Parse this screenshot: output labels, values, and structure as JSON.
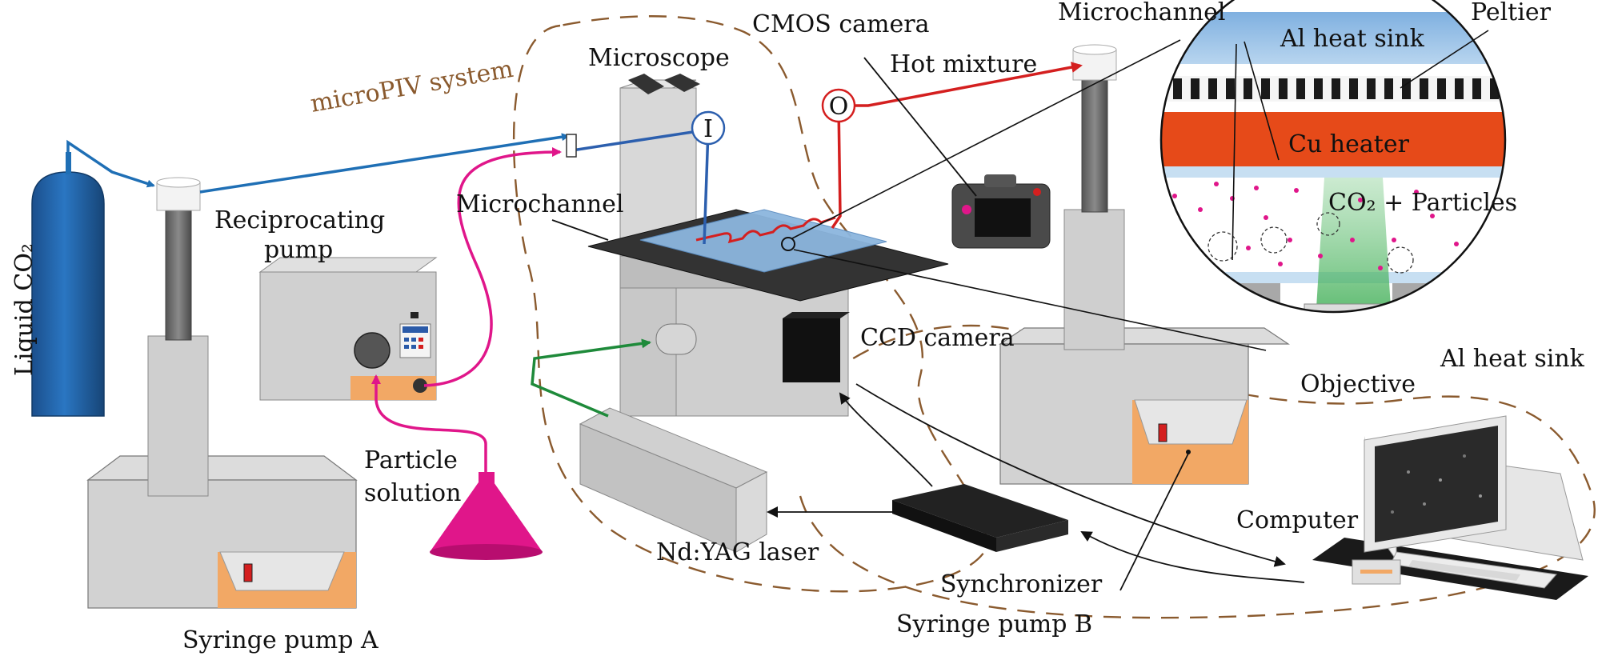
{
  "labels": {
    "micropiv_system": "microPIV system",
    "liquid_co2": "Liquid CO₂",
    "syringe_pump_a": "Syringe pump A",
    "syringe_pump_b": "Syringe pump B",
    "reciprocating_pump_line1": "Reciprocating",
    "reciprocating_pump_line2": "pump",
    "particle_solution_line1": "Particle",
    "particle_solution_line2": "solution",
    "microscope": "Microscope",
    "microchannel_left": "Microchannel",
    "cmos_camera": "CMOS camera",
    "hot_mixture": "Hot mixture",
    "ccd_camera": "CCD camera",
    "nd_yag_laser": "Nd:YAG laser",
    "synchronizer": "Synchronizer",
    "computer": "Computer",
    "port_inlet": "I",
    "port_outlet": "O"
  },
  "inset": {
    "microchannel": "Microchannel",
    "peltier": "Peltier",
    "al_heat_sink_top": "Al heat sink",
    "cu_heater": "Cu heater",
    "co2_particles": "CO₂ + Particles",
    "al_heat_sink_bottom": "Al heat sink",
    "objective": "Objective"
  },
  "colors": {
    "co2_line": "#1f6fb5",
    "particle_line": "#e0168a",
    "hot_line": "#d41f1f",
    "laser_line": "#1e8a3a",
    "dashed_boundary": "#8a5a2e",
    "device_grey": "#c9c9c9",
    "accent_orange": "#f2a865"
  }
}
